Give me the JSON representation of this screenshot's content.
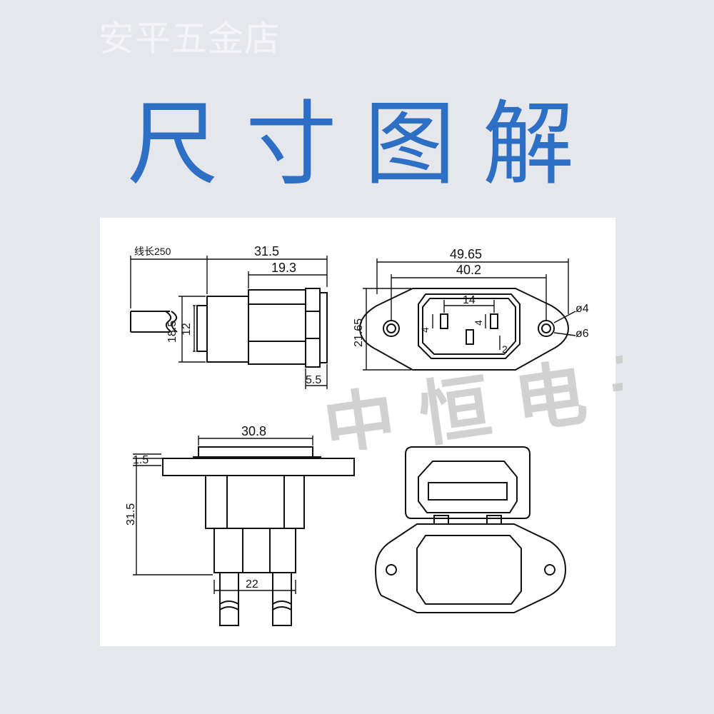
{
  "header": {
    "shop_name": "安平五金店",
    "title": "尺寸图解"
  },
  "watermark": {
    "text": "中 恒 电 子",
    "color": "#c9c9c9"
  },
  "colors": {
    "background": "#e6e7ec",
    "title": "#2d6fc4",
    "line": "#111111"
  },
  "side_view": {
    "cable_length": "线长250",
    "overall_length": "31.5",
    "body_length": "19.3",
    "height_outer": "18.5",
    "height_inner": "12",
    "flange_thickness": "5.5"
  },
  "front_view": {
    "overall_width": "49.65",
    "hole_spacing": "40.2",
    "pin_spacing": "14",
    "overall_height": "21.65",
    "pin_size_left": "4",
    "pin_size_right": "4",
    "pin_size_bottom": "2",
    "hole_inner": "ø4",
    "hole_outer": "ø6"
  },
  "bottom_view": {
    "width": "30.8",
    "flange": "1.5",
    "height": "31.5",
    "pin_span": "22"
  }
}
